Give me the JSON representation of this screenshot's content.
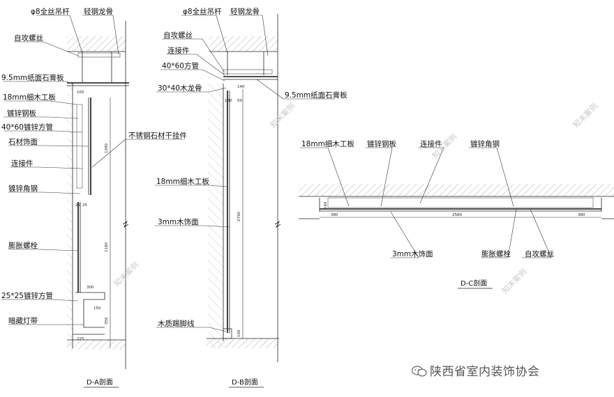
{
  "sections": {
    "da": {
      "title": "D-A剖面",
      "labels": [
        "φ8全丝吊杆",
        "轻钢龙骨",
        "自攻螺丝",
        "9.5mm纸面石膏板",
        "18mm细木工板",
        "镀锌钢板",
        "40*60镀锌方管",
        "石材饰面",
        "连接件",
        "镀锌角钢",
        "膨胀螺栓",
        "25*25镀锌方管",
        "暗藏灯带",
        "不锈钢石材干挂件"
      ],
      "dims": [
        "105",
        "1280",
        "25",
        "25",
        "1180",
        "300",
        "150",
        "350",
        "225"
      ]
    },
    "db": {
      "title": "D-B剖面",
      "labels": [
        "φ8全丝吊杆",
        "轻钢龙骨",
        "自攻螺丝",
        "连接件",
        "40*60方管",
        "30*40木龙骨",
        "9.5mm纸面石膏板",
        "18mm细木工板",
        "3mm木饰面",
        "木质踢脚线"
      ],
      "dims": [
        "140",
        "180",
        "50",
        "2790",
        "100"
      ]
    },
    "dc": {
      "title": "D-C剖面",
      "labels": [
        "18mm细木工板",
        "镀锌钢板",
        "连接件",
        "镀锌角钢",
        "3mm木饰面",
        "膨胀螺栓",
        "自攻螺丝"
      ],
      "dims": [
        "380",
        "2580",
        "380",
        "160"
      ]
    }
  },
  "watermark": "知末案例",
  "brand": "陕西省室内装饰协会"
}
